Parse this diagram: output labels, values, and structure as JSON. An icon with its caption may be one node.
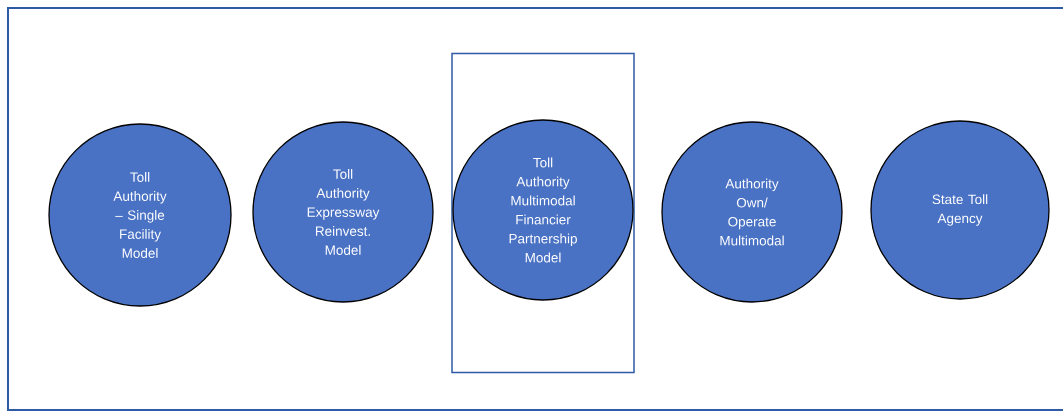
{
  "diagram": {
    "nodes": [
      {
        "text": [
          "Toll Authority – Single Facility Model"
        ]
      },
      {
        "text": [
          "Toll Authority Expressway Reinvest. Model"
        ]
      },
      {
        "text": [],
        "shape": "box"
      },
      {
        "text": [
          "Toll Authority Multimodal Financier Partnership Model"
        ],
        "in": 2
      },
      {
        "text": [
          "Authority Own/ Operate Multimodal"
        ]
      },
      {
        "text": [
          "State Toll Agency"
        ]
      }
    ]
  }
}
